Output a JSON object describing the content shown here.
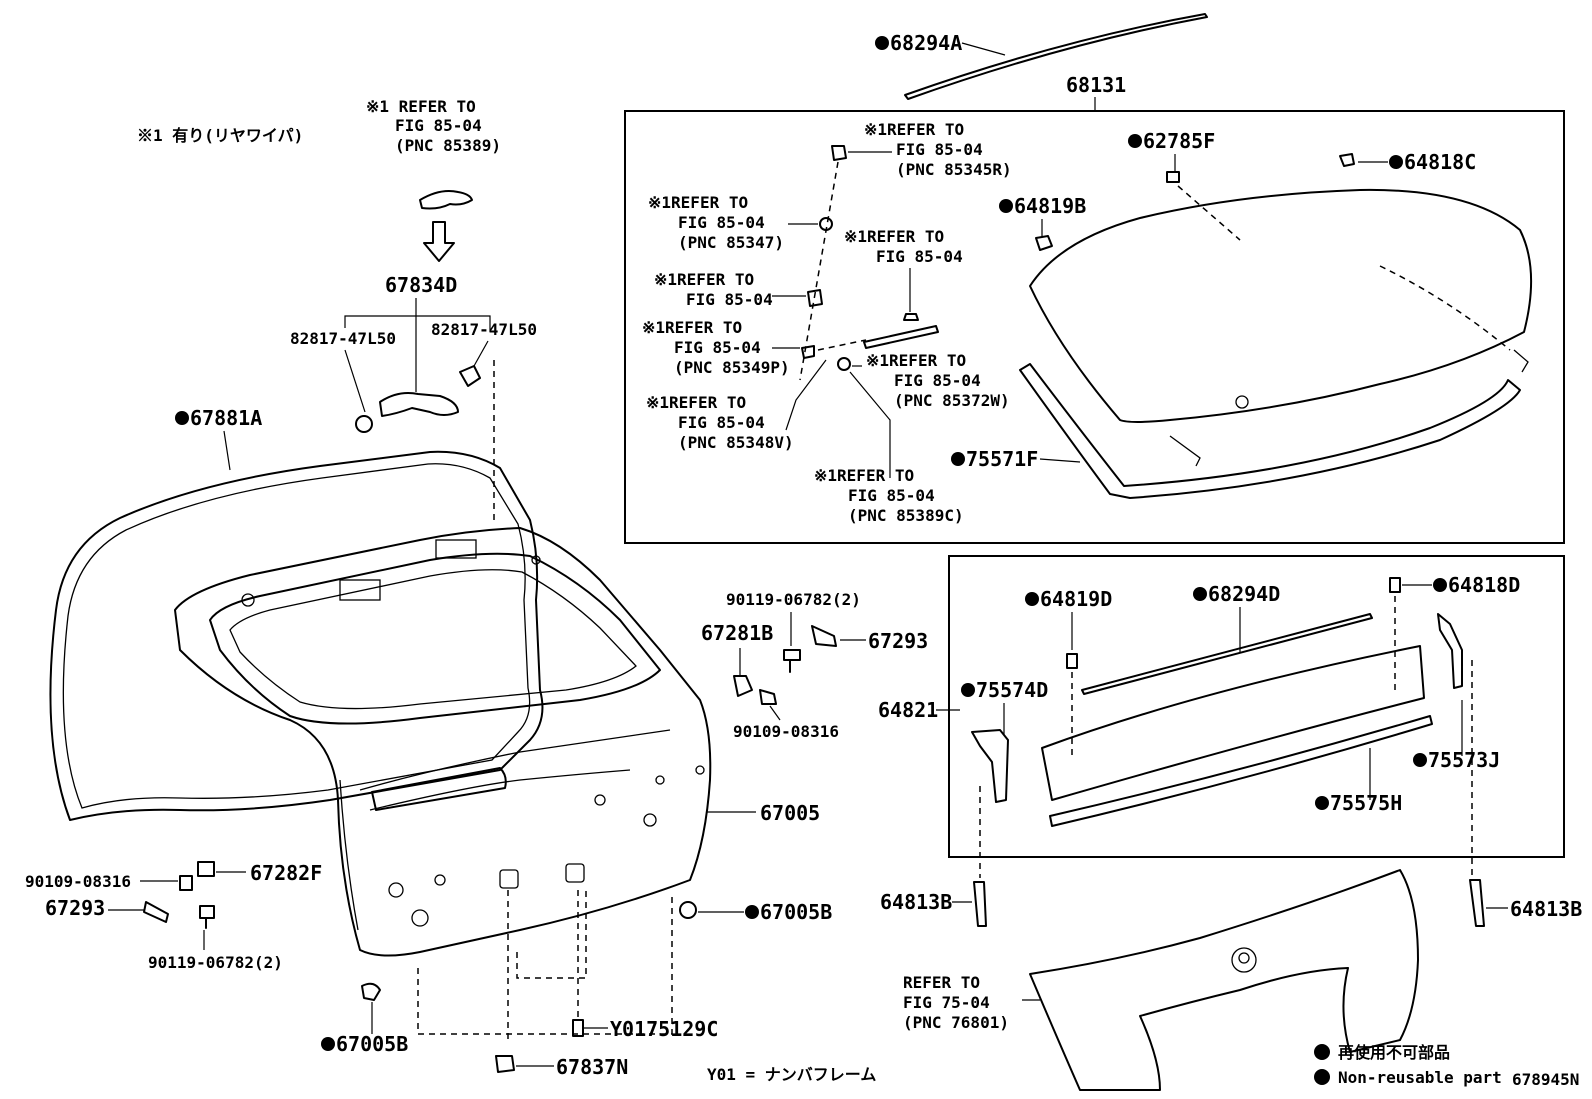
{
  "top_note": "※1 有り(リヤワイパ)",
  "diagram_id": "678945N",
  "footnote_y01": "Y01 = ナンバフレーム",
  "legend": {
    "jp": "再使用不可部品",
    "en": "Non-reusable part"
  },
  "parts": {
    "p68294A": "68294A",
    "p68131": "68131",
    "p62785F": "62785F",
    "p64818C": "64818C",
    "p64819B": "64819B",
    "p75571F": "75571F",
    "p67834D": "67834D",
    "p82817_l": "82817-47L50",
    "p82817_r": "82817-47L50",
    "p67881A": "67881A",
    "p90119_top": "90119-06782(2)",
    "p67281B": "67281B",
    "p67293_r": "67293",
    "p90109_r": "90109-08316",
    "p67005": "67005",
    "p90109_l": "90109-08316",
    "p67282F": "67282F",
    "p67293_l": "67293",
    "p90119_bot": "90119-06782(2)",
    "p67005B_r": "67005B",
    "p67005B_l": "67005B",
    "pY0175129C": "Y0175129C",
    "p67837N": "67837N",
    "p64819D": "64819D",
    "p68294D": "68294D",
    "p64818D": "64818D",
    "p64821": "64821",
    "p75574D": "75574D",
    "p75573J": "75573J",
    "p75575H": "75575H",
    "p64813B_l": "64813B",
    "p64813B_r": "64813B"
  },
  "refs": {
    "wiper_top": {
      "l1": "※1 REFER TO",
      "l2": "FIG 85-04",
      "l3": "(PNC 85389)"
    },
    "r85345R": {
      "l1": "※1REFER TO",
      "l2": "FIG 85-04",
      "l3": "(PNC 85345R)"
    },
    "r85347": {
      "l1": "※1REFER TO",
      "l2": "FIG 85-04",
      "l3": "(PNC 85347)"
    },
    "r_plain1": {
      "l1": "※1REFER TO",
      "l2": "FIG 85-04"
    },
    "r_plain2": {
      "l1": "※1REFER TO",
      "l2": "FIG 85-04"
    },
    "r85349P": {
      "l1": "※1REFER TO",
      "l2": "FIG 85-04",
      "l3": "(PNC 85349P)"
    },
    "r85372W": {
      "l1": "※1REFER TO",
      "l2": "FIG 85-04",
      "l3": "(PNC 85372W)"
    },
    "r85348V": {
      "l1": "※1REFER TO",
      "l2": "FIG 85-04",
      "l3": "(PNC 85348V)"
    },
    "r85389C": {
      "l1": "※1REFER TO",
      "l2": "FIG 85-04",
      "l3": "(PNC 85389C)"
    },
    "r76801": {
      "l1": "REFER TO",
      "l2": "FIG 75-04",
      "l3": "(PNC 76801)"
    }
  }
}
